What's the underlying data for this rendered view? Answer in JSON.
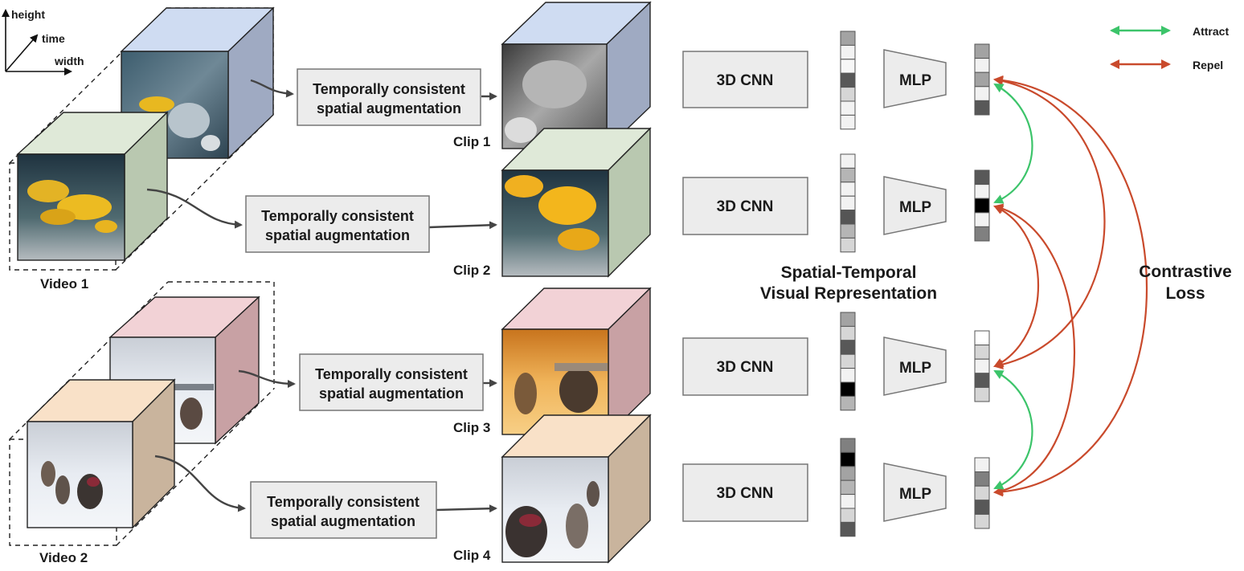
{
  "axes": {
    "height": "height",
    "time": "time",
    "width": "width"
  },
  "videos": [
    {
      "label": "Video 1"
    },
    {
      "label": "Video 2"
    }
  ],
  "augmentation": {
    "line1": "Temporally consistent",
    "line2": "spatial augmentation"
  },
  "clips": [
    {
      "label": "Clip 1",
      "face_color": "#b8c4de"
    },
    {
      "label": "Clip 2",
      "face_color": "#c5d6c0"
    },
    {
      "label": "Clip 3",
      "face_color": "#d9b0b4"
    },
    {
      "label": "Clip 4",
      "face_color": "#d4c0aa"
    }
  ],
  "encoder": {
    "label": "3D CNN"
  },
  "head": {
    "label": "MLP"
  },
  "representation": {
    "line1": "Spatial-Temporal",
    "line2": "Visual Representation"
  },
  "loss": {
    "line1": "Contrastive",
    "line2": "Loss"
  },
  "legend": [
    {
      "label": "Attract",
      "color": "#3cc46a"
    },
    {
      "label": "Repel",
      "color": "#c94a2c"
    }
  ]
}
